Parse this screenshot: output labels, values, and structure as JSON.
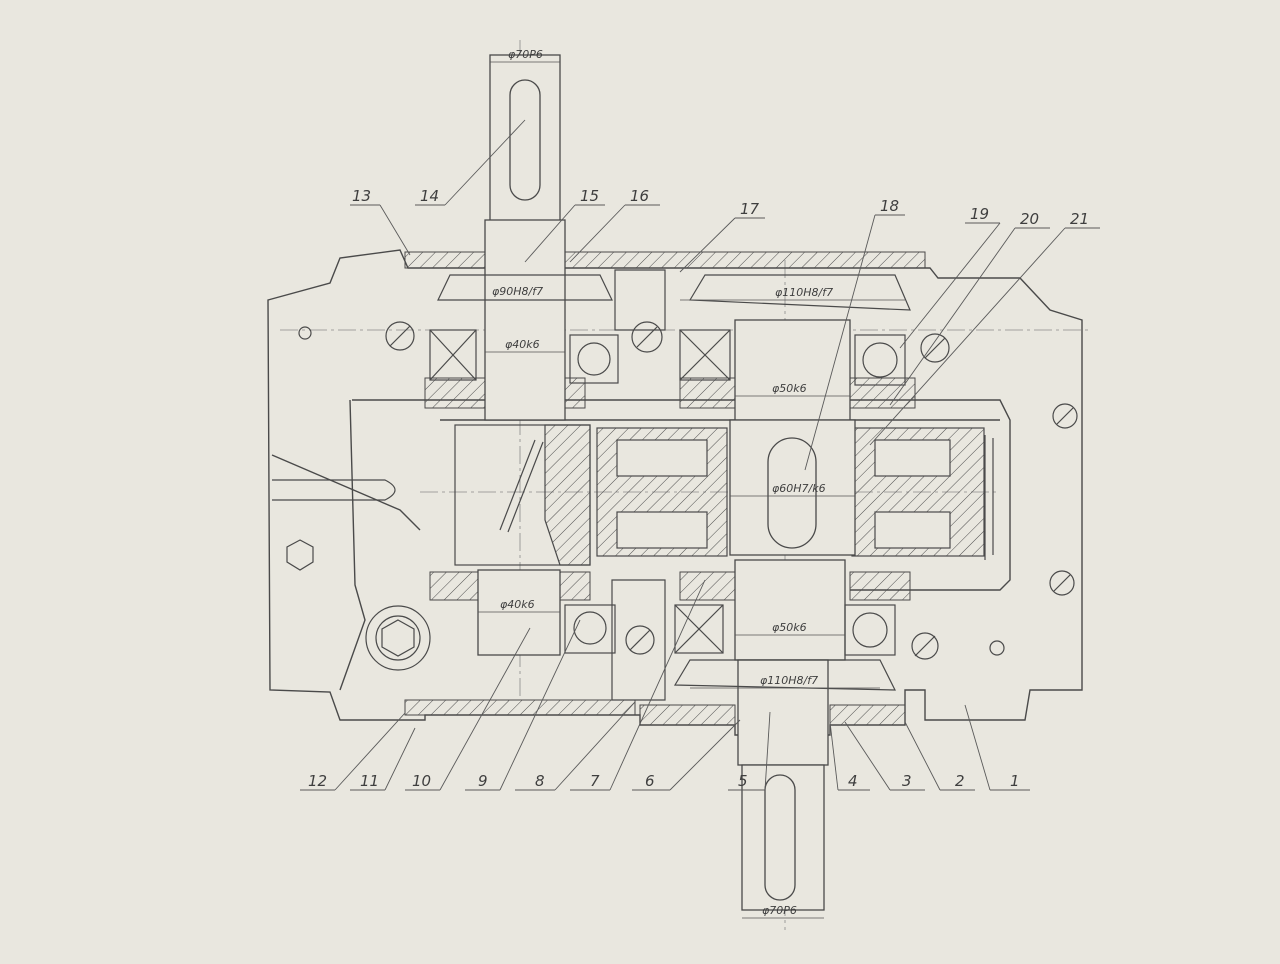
{
  "drawing": {
    "dimensions": {
      "input_shaft_end": "φ70P6",
      "input_gear_fit": "φ90H8/f7",
      "input_bearing": "φ40k6",
      "housing_bore": "φ110H8/f7",
      "mid_bearing_top": "φ50k6",
      "mid_gear_fit": "φ60H7/k6",
      "lower_bearing": "φ40k6",
      "mid_bearing_bottom": "φ50k6",
      "output_bore": "φ110H8/f7",
      "output_shaft_end": "φ70P6"
    },
    "callouts": [
      "1",
      "2",
      "3",
      "4",
      "5",
      "6",
      "7",
      "8",
      "9",
      "10",
      "11",
      "12",
      "13",
      "14",
      "15",
      "16",
      "17",
      "18",
      "19",
      "20",
      "21"
    ]
  }
}
